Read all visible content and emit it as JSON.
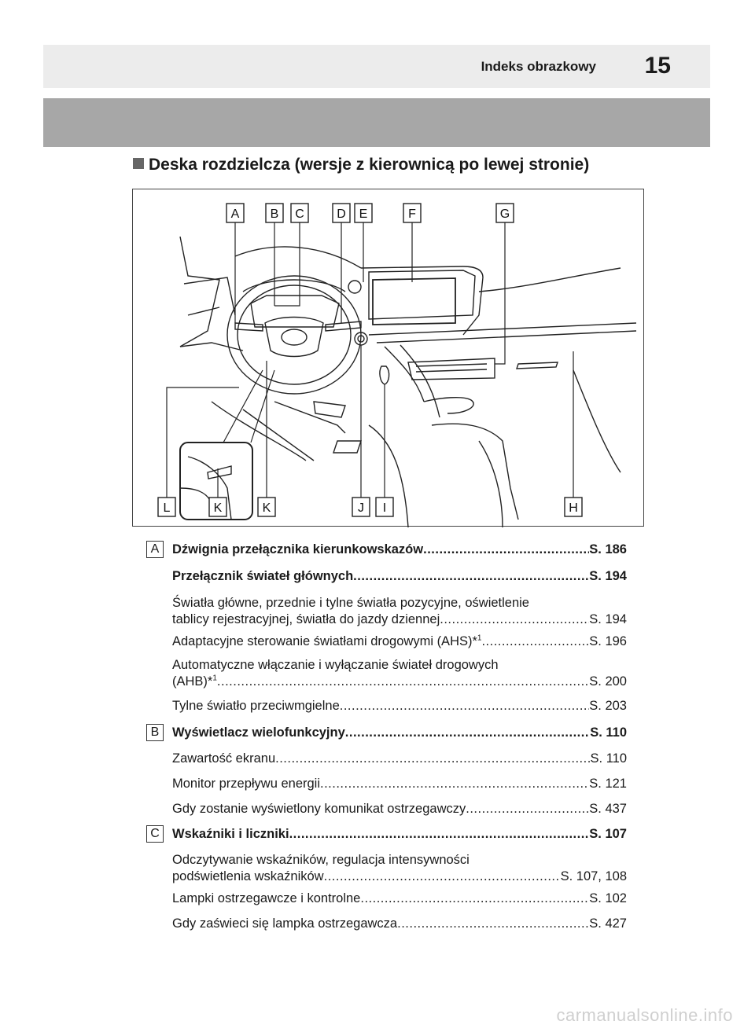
{
  "header": {
    "section": "Indeks obrazkowy",
    "page_number": "15"
  },
  "section_title": "Deska rozdzielcza (wersje z kierownicą po lewej stronie)",
  "figure_callouts": [
    "A",
    "B",
    "C",
    "D",
    "E",
    "F",
    "G",
    "H",
    "I",
    "J",
    "K",
    "K",
    "L"
  ],
  "entries": [
    {
      "tag": "A",
      "bold": true,
      "text": "Dźwignia przełącznika kierunkowskazów",
      "ref": "S. 186"
    },
    {
      "tag": "",
      "bold": true,
      "text": "Przełącznik świateł głównych",
      "ref": "S. 194"
    },
    {
      "tag": "",
      "bold": false,
      "line1": "Światła główne, przednie i tylne światła pozycyjne, oświetlenie",
      "text": "tablicy rejestracyjnej, światła do jazdy dziennej ",
      "ref": "S. 194"
    },
    {
      "tag": "",
      "bold": false,
      "text": "Adaptacyjne sterowanie światłami drogowymi (AHS)*",
      "sup": "1",
      "ref": "S. 196"
    },
    {
      "tag": "",
      "bold": false,
      "line1": "Automatyczne włączanie i wyłączanie świateł drogowych",
      "text": "(AHB)*",
      "sup": "1",
      "ref": "S. 200"
    },
    {
      "tag": "",
      "bold": false,
      "text": "Tylne światło przeciwmgielne ",
      "ref": "S. 203"
    },
    {
      "tag": "B",
      "bold": true,
      "text": "Wyświetlacz wielofunkcyjny",
      "ref": "S. 110"
    },
    {
      "tag": "",
      "bold": false,
      "text": "Zawartość ekranu",
      "ref": "S. 110"
    },
    {
      "tag": "",
      "bold": false,
      "text": "Monitor przepływu energii",
      "ref": "S. 121"
    },
    {
      "tag": "",
      "bold": false,
      "text": "Gdy zostanie wyświetlony komunikat ostrzegawczy ",
      "ref": "S. 437"
    },
    {
      "tag": "C",
      "bold": true,
      "text": "Wskaźniki i liczniki ",
      "ref": "S. 107"
    },
    {
      "tag": "",
      "bold": false,
      "line1": "Odczytywanie wskaźników, regulacja intensywności",
      "text": "podświetlenia wskaźników",
      "ref": "S. 107, 108"
    },
    {
      "tag": "",
      "bold": false,
      "text": "Lampki ostrzegawcze i kontrolne",
      "ref": "S. 102"
    },
    {
      "tag": "",
      "bold": false,
      "text": "Gdy zaświeci się lampka ostrzegawcza ",
      "ref": "S. 427"
    }
  ],
  "watermark": "carmanualsonline.info"
}
